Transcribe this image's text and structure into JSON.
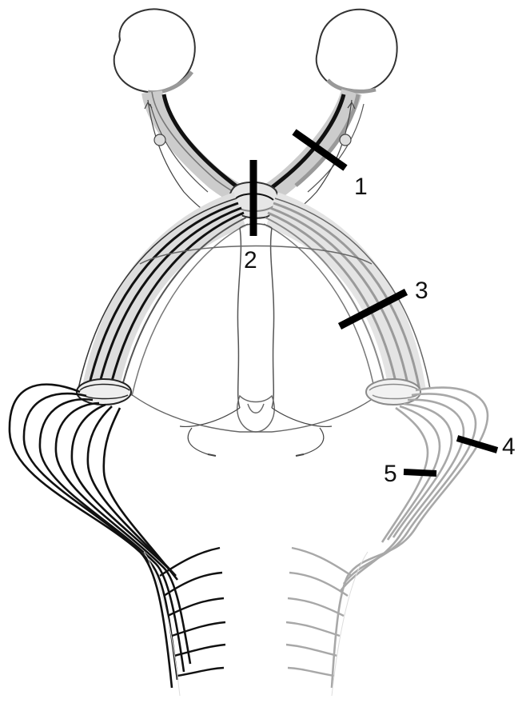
{
  "labels": {
    "cut_1": "1",
    "cut_2": "2",
    "cut_3": "3",
    "cut_4": "4",
    "cut_5": "5"
  },
  "colors": {
    "left_pathway": "#111111",
    "right_pathway": "#a8a8a8",
    "outline": "#555555",
    "lesion_bar": "#000000"
  }
}
